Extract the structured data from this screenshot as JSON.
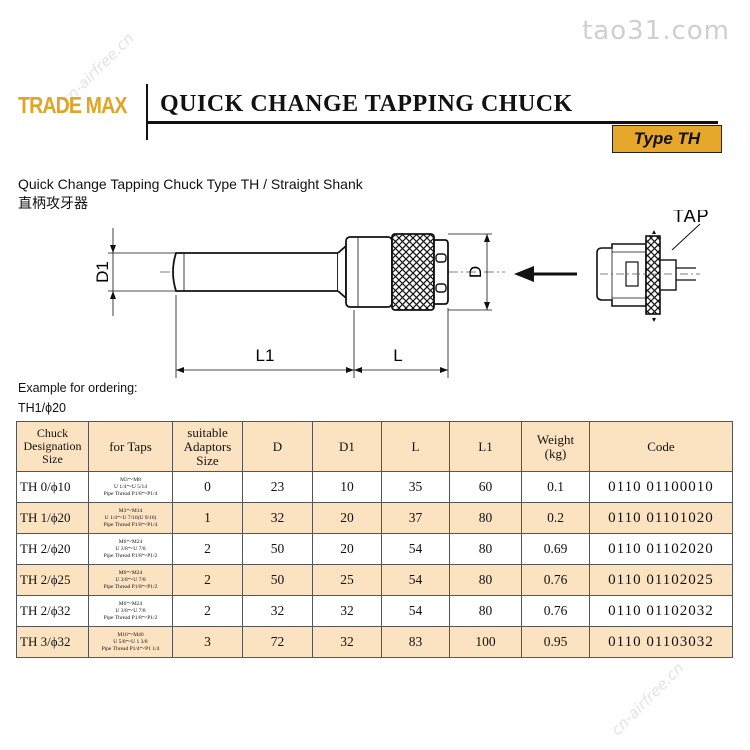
{
  "watermark": "tao31.com",
  "watermark_diag": "cn-airfree.cn",
  "header": {
    "brand": "TRADE MAX",
    "title": "QUICK CHANGE TAPPING CHUCK",
    "type_badge": "Type TH"
  },
  "subtitle": "Quick Change Tapping Chuck Type TH / Straight Shank",
  "subtitle_cn": "直柄攻牙器",
  "drawing": {
    "labels": {
      "d1": "D1",
      "d": "D",
      "l1": "L1",
      "l": "L",
      "tap": "TAP"
    }
  },
  "ordering": {
    "label": "Example for ordering:",
    "example": "TH1/ϕ20"
  },
  "table": {
    "headers": {
      "size": [
        "Chuck",
        "Designation",
        "Size"
      ],
      "taps": "for Taps",
      "adaptors": [
        "suitable",
        "Adaptors",
        "Size"
      ],
      "d": "D",
      "d1": "D1",
      "l": "L",
      "l1": "L1",
      "weight": [
        "Weight",
        "(kg)"
      ],
      "code": "Code"
    },
    "rows": [
      {
        "size": "TH 0/ϕ10",
        "taps": [
          "M3～M8",
          "U 1/4～U 5/14",
          "Pipe Thread P1/8～P1/4"
        ],
        "adaptor": "0",
        "d": "23",
        "d1": "10",
        "l": "35",
        "l1": "60",
        "weight": "0.1",
        "code": "0110 01100010"
      },
      {
        "size": "TH 1/ϕ20",
        "taps": [
          "M3～M14",
          "U 1/4～U 7/16(U 9/16)",
          "Pipe Thread P1/8～P1/4"
        ],
        "adaptor": "1",
        "d": "32",
        "d1": "20",
        "l": "37",
        "l1": "80",
        "weight": "0.2",
        "code": "0110 01101020"
      },
      {
        "size": "TH 2/ϕ20",
        "taps": [
          "M6～M24",
          "U 3/8～U 7/8",
          "Pipe Thread P1/8～P1/2"
        ],
        "adaptor": "2",
        "d": "50",
        "d1": "20",
        "l": "54",
        "l1": "80",
        "weight": "0.69",
        "code": "0110 01102020"
      },
      {
        "size": "TH 2/ϕ25",
        "taps": [
          "M6～M24",
          "U 3/8～U 7/8",
          "Pipe Thread P1/8～P1/2"
        ],
        "adaptor": "2",
        "d": "50",
        "d1": "25",
        "l": "54",
        "l1": "80",
        "weight": "0.76",
        "code": "0110 01102025"
      },
      {
        "size": "TH 2/ϕ32",
        "taps": [
          "M6～M24",
          "U 3/8～U 7/8",
          "Pipe Thread P1/8～P1/2"
        ],
        "adaptor": "2",
        "d": "32",
        "d1": "32",
        "l": "54",
        "l1": "80",
        "weight": "0.76",
        "code": "0110 01102032"
      },
      {
        "size": "TH 3/ϕ32",
        "taps": [
          "M16～M40",
          "U 5/8～U 1 3/8",
          "Pipe Thread P1/4～P1 1/4"
        ],
        "adaptor": "3",
        "d": "72",
        "d1": "32",
        "l": "83",
        "l1": "100",
        "weight": "0.95",
        "code": "0110 01103032"
      }
    ]
  },
  "colors": {
    "accent": "#e6a72a",
    "table_alt": "#fbe3c2",
    "brand": "#e0a426"
  }
}
